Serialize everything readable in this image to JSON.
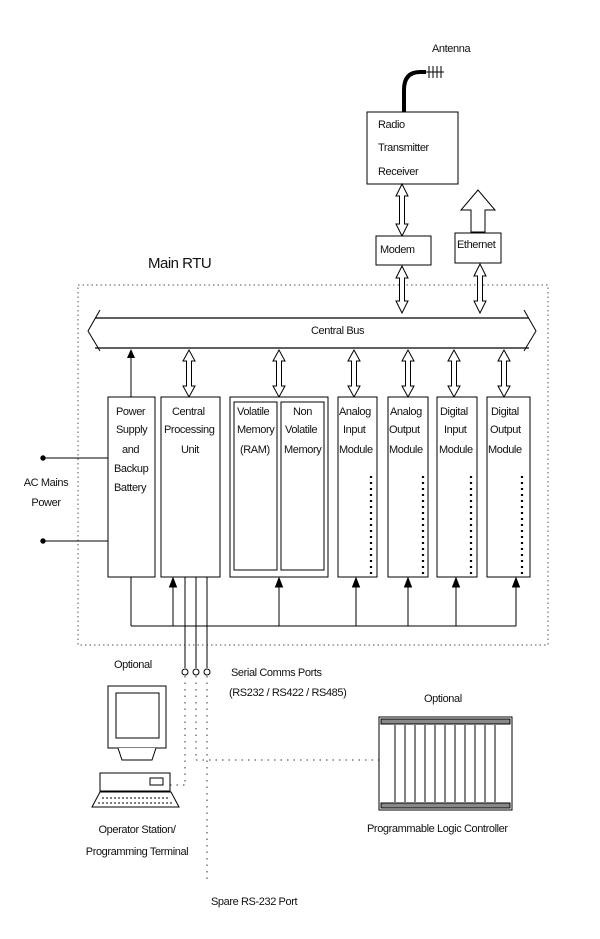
{
  "labels": {
    "antenna": "Antenna",
    "radio": [
      "Radio",
      "Transmitter",
      "Receiver"
    ],
    "modem": "Modem",
    "ethernet": "Ethernet",
    "main_rtu": "Main RTU",
    "central_bus": "Central Bus",
    "power_supply": [
      "Power",
      "Supply",
      "and",
      "Backup",
      "Battery"
    ],
    "cpu": [
      "Central",
      "Processing",
      "Unit"
    ],
    "volatile_memory": [
      "Volatile",
      "Memory",
      "(RAM)"
    ],
    "nonvolatile_memory": [
      "Non",
      "Volatile",
      "Memory"
    ],
    "analog_input": [
      "Analog",
      "Input",
      "Module"
    ],
    "analog_output": [
      "Analog",
      "Output",
      "Module"
    ],
    "digital_input": [
      "Digital",
      "Input",
      "Module"
    ],
    "digital_output": [
      "Digital",
      "Output",
      "Module"
    ],
    "ac_mains": [
      "AC Mains",
      "Power"
    ],
    "optional_terminal": "Optional",
    "serial_ports": [
      "Serial Comms Ports",
      "(RS232 / RS422 / RS485)"
    ],
    "optional_plc": "Optional",
    "operator_station": [
      "Operator Station/",
      "Programming Terminal"
    ],
    "plc": "Programmable Logic Controller",
    "spare_port": "Spare RS-232 Port"
  }
}
